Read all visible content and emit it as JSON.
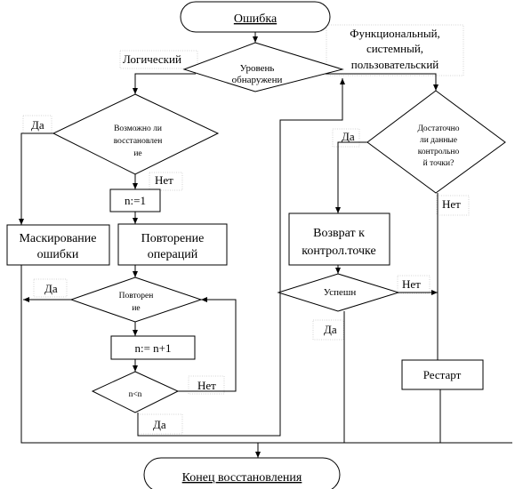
{
  "nodes": {
    "start": "Ошибка",
    "level": [
      "Уровень",
      "обнаружени"
    ],
    "recoverable": [
      "Возможно ли",
      "восстановлен",
      "ие"
    ],
    "sufficient": [
      "Достаточно",
      "ли данные",
      "контрольно",
      "й точки?"
    ],
    "n_init": "n:=1",
    "masking": [
      "Маскирование",
      "ошибки"
    ],
    "repeat_ops": [
      "Повторение",
      "операций"
    ],
    "rollback": [
      "Возврат к",
      "контрол.точке"
    ],
    "successful": "Успешн",
    "repeated": [
      "Повторен",
      "ие"
    ],
    "n_inc": "n:= n+1",
    "n_cmp": "n<n",
    "restart": "Рестарт",
    "end": "Конец восстановления"
  },
  "labels": {
    "logical": "Логический",
    "func": [
      "Функциональный,",
      "системный,",
      "пользовательский"
    ],
    "yes": "Да",
    "no": "Нет"
  }
}
